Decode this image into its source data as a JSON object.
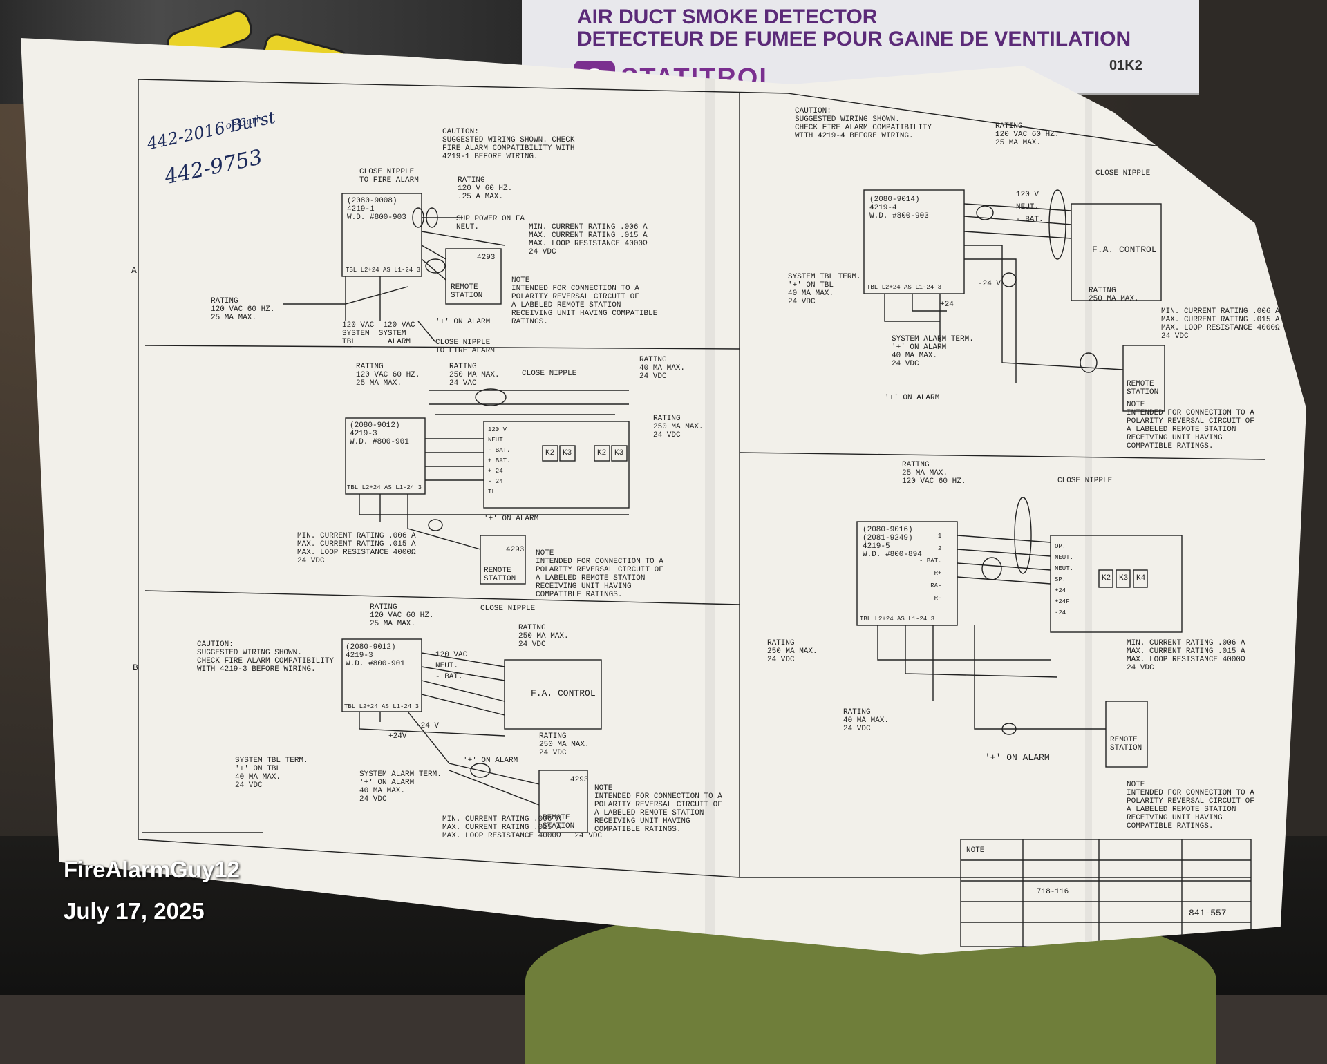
{
  "background": {
    "box_title_line1": "AIR DUCT SMOKE DETECTOR",
    "box_title_line2": "DETECTEUR DE FUMEE POUR GAINE DE VENTILATION",
    "box_brand": "STATITROL",
    "box_code": "01K2"
  },
  "handwriting": {
    "line1": "442-2016  Burst",
    "line1_sub": "or Carl",
    "line2": "442-9753"
  },
  "overlay": {
    "author": "FireAlarmGuy12",
    "date": "July 17, 2025"
  },
  "diagram": {
    "panel_a": {
      "caution": "CAUTION:\nSUGGESTED WIRING SHOWN. CHECK\nFIRE ALARM COMPATIBILITY WITH\n4219-1 BEFORE WIRING.",
      "close_nipple_top": "CLOSE NIPPLE\nTO FIRE ALARM",
      "rating_top": "RATING\n120 V 60 HZ.\n.25 A MAX.",
      "sup_power": "SUP POWER ON FA\nNEUT.",
      "min_current": "MIN. CURRENT RATING .006 A\nMAX. CURRENT RATING .015 A\nMAX. LOOP RESISTANCE 4000Ω\n24 VDC",
      "model": "(2080-9008)\n4219-1\nW.D. #800-903",
      "remote_num": "4293",
      "remote": "REMOTE\nSTATION",
      "note": "NOTE\nINTENDED FOR CONNECTION TO A\nPOLARITY REVERSAL CIRCUIT OF\nA LABELED REMOTE STATION\nRECEIVING UNIT HAVING COMPATIBLE\nRATINGS.",
      "rating_left": "RATING\n120 VAC 60 HZ.\n25 ma MAX.",
      "term_labels": "120 VAC  120 VAC\nSYSTEM  SYSTEM\nTBL       ALARM",
      "on_alarm": "'+' ON ALARM",
      "close_nipple_bottom": "CLOSE NIPPLE\nTO FIRE ALARM",
      "terminals": "TBL L2+24 AS L1-24 3"
    },
    "panel_b": {
      "rating_left": "RATING\n120 VAC 60 HZ.\n25 ma MAX.",
      "rating_mid": "RATING\n250 ma MAX.\n24 VAC",
      "close_nipple": "CLOSE NIPPLE",
      "rating_right": "RATING\n40 ma MAX.\n24 VDC",
      "rating_far": "RATING\n250 ma MAX.\n24 VDC",
      "model": "(2080-9012)\n4219-3\nW.D. #800-901",
      "terminals": "TBL L2+24 AS L1-24 3",
      "on_alarm": "'+' ON ALARM",
      "min_current": "MIN. CURRENT RATING .006 A\nMAX. CURRENT RATING .015 A\nMAX. LOOP RESISTANCE 4000Ω\n24 VDC",
      "remote_num": "4293",
      "remote": "REMOTE\nSTATION",
      "note": "NOTE\nINTENDED FOR CONNECTION TO A\nPOLARITY REVERSAL CIRCUIT OF\nA LABELED REMOTE STATION\nRECEIVING UNIT HAVING\nCOMPATIBLE RATINGS.",
      "relay_block": "120 V\nNEUT\n- BAT.\n+ BAT.\n+ 24\n- 24\nTL",
      "relays": [
        "K2",
        "K3",
        "K2",
        "K3"
      ]
    },
    "panel_c": {
      "caution": "CAUTION:\nSUGGESTED WIRING SHOWN.\nCHECK FIRE ALARM COMPATIBILITY\nWITH 4219-3 BEFORE WIRING.",
      "rating_top": "RATING\n120 VAC 60 HZ.\n25 ma MAX.",
      "close_nipple": "CLOSE NIPPLE",
      "rating_mid": "RATING\n250 ma MAX.\n24 VDC",
      "model": "(2080-9012)\n4219-3\nW.D. #800-901",
      "wires": "120 VAC\nNEUT.\n- BAT.",
      "fa_control": "F.A. CONTROL",
      "rating_low": "RATING\n250 ma MAX.\n24 VDC",
      "tbl_term": "SYSTEM TBL TERM.\n'+' ON TBL\n40 ma MAX.\n24 VDC",
      "alarm_term": "SYSTEM ALARM TERM.\n'+' ON ALARM\n40 ma MAX.\n24 VDC",
      "on_alarm": "'+' ON ALARM",
      "remote_num": "4293",
      "remote": "REMOTE\nSTATION",
      "note": "NOTE\nINTENDED FOR CONNECTION TO A\nPOLARITY REVERSAL CIRCUIT OF\nA LABELED REMOTE STATION\nRECEIVING UNIT HAVING\nCOMPATIBLE RATINGS.",
      "min_current": "MIN. CURRENT RATING .006 A\nMAX. CURRENT RATING .015 A\nMAX. LOOP RESISTANCE 4000Ω   24 VDC",
      "terminals": "TBL L2+24 AS L1-24 3",
      "v24": "-24 V",
      "plus24": "+24V"
    },
    "panel_d": {
      "caution": "CAUTION:\nSUGGESTED WIRING SHOWN.\nCHECK FIRE ALARM COMPATIBILITY\nWITH 4219-4 BEFORE WIRING.",
      "rating": "RATING\n120 VAC 60 HZ.\n25 ma MAX.",
      "close_nipple": "CLOSE NIPPLE",
      "model": "(2080-9014)\n4219-4\nW.D. #800-903",
      "wires": "120 V\nNEUT.\n- BAT.",
      "fa_control": "F.A. CONTROL",
      "tbl_term": "SYSTEM TBL TERM.\n'+' ON TBL\n40 ma MAX.\n24 VDC",
      "rating_right": "RATING\n250 ma MAX.",
      "min_current": "MIN. CURRENT RATING .006 A\nMAX. CURRENT RATING .015 A\nMAX. LOOP RESISTANCE 4000Ω\n24 VDC",
      "alarm_term": "SYSTEM ALARM TERM.\n'+' ON ALARM\n40 ma MAX.\n24 VDC",
      "on_alarm": "'+' ON ALARM",
      "remote": "REMOTE\nSTATION",
      "note": "NOTE\nINTENDED FOR CONNECTION TO A\nPOLARITY REVERSAL CIRCUIT OF\nA LABELED REMOTE STATION\nRECEIVING UNIT HAVING\nCOMPATIBLE RATINGS.",
      "terminals": "TBL L2+24 AS L1-24 3",
      "v24": "-24 V",
      "plus24": "+24"
    },
    "panel_e": {
      "rating_top": "RATING\n25 ma MAX.\n120 VAC 60 HZ.",
      "close_nipple": "CLOSE NIPPLE",
      "model": "(2080-9016)\n(2081-9249)\n4219-5\nW.D. #800-894",
      "pins": "1\n2\n- BAT.\nR+\nRA-\nR-",
      "rating_left": "RATING\n250 ma MAX.\n24 VDC",
      "rating_low": "RATING\n40 ma MAX.\n24 VDC",
      "min_current": "MIN. CURRENT RATING .006 A\nMAX. CURRENT RATING .015 A\nMAX. LOOP RESISTANCE 4000Ω\n24 VDC",
      "on_alarm": "'+' ON ALARM",
      "remote": "REMOTE\nSTATION",
      "note": "NOTE\nINTENDED FOR CONNECTION TO A\nPOLARITY REVERSAL CIRCUIT OF\nA LABELED REMOTE STATION\nRECEIVING UNIT HAVING\nCOMPATIBLE RATINGS.",
      "terminals": "TBL L2+24 AS L1-24 3",
      "relay_block": "OP.\nNEUT.\nNEUT.\nSP.\n+24\n+24F\n-24",
      "relays": [
        "K2",
        "K3",
        "K4"
      ]
    },
    "title_block": {
      "note": "NOTE",
      "doc_no": "718-116",
      "drawing": "841-557"
    },
    "side_markers": {
      "a": "A",
      "b": "B"
    }
  }
}
